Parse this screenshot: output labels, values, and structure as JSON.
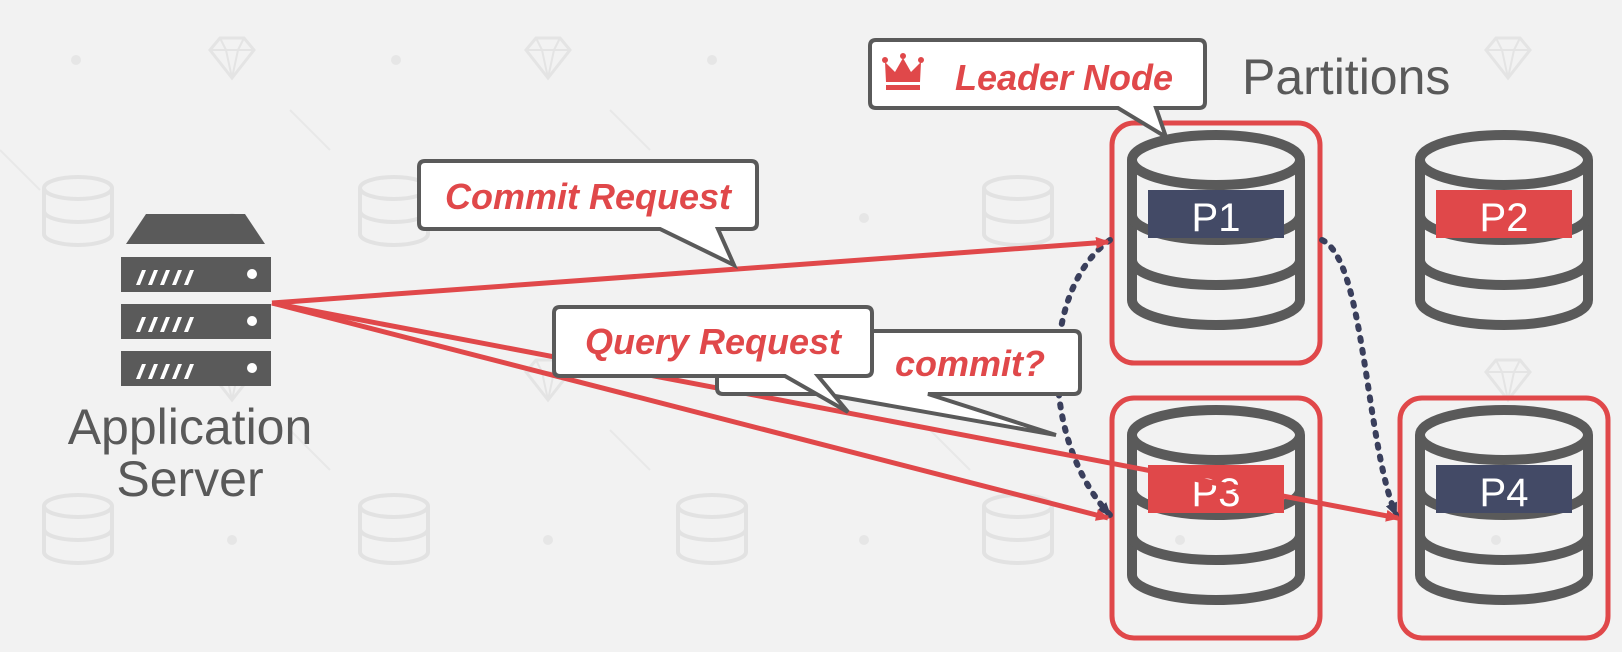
{
  "colors": {
    "accent_red": "#e0484a",
    "dark_navy": "#434a66",
    "gray": "#5a5a5a",
    "background": "#f2f2f2"
  },
  "server": {
    "label_line1": "Application",
    "label_line2": "Server",
    "icon": "server-stack-icon"
  },
  "partitions": {
    "title": "Partitions",
    "items": [
      {
        "label": "P1",
        "band_color": "#434a66",
        "highlighted": true
      },
      {
        "label": "P2",
        "band_color": "#e0484a",
        "highlighted": false
      },
      {
        "label": "P3",
        "band_color": "#e0484a",
        "highlighted": true
      },
      {
        "label": "P4",
        "band_color": "#434a66",
        "highlighted": true
      }
    ]
  },
  "callouts": {
    "leader": "Leader Node",
    "leader_icon": "crown-icon",
    "commit_request": "Commit Request",
    "query_request": "Query Request",
    "commit_question": "commit?"
  }
}
